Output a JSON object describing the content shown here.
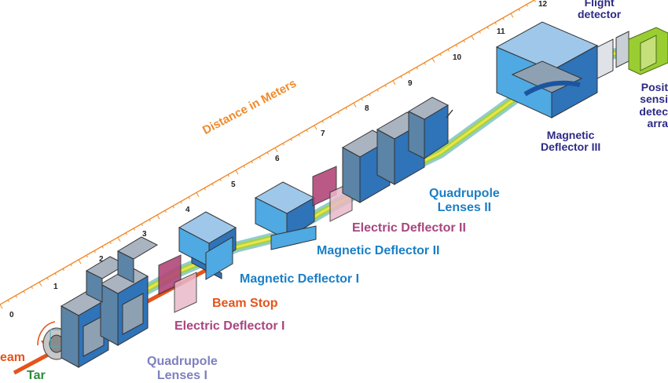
{
  "axis": {
    "label": "Distance in Meters",
    "ticks": [
      "0",
      "1",
      "2",
      "3",
      "4",
      "5",
      "6",
      "7",
      "8",
      "9",
      "10",
      "11",
      "12"
    ]
  },
  "labels": {
    "flight_detector": [
      "Flight",
      "detector"
    ],
    "position_detector": [
      "Posit",
      "sensi",
      "detec",
      "arra"
    ],
    "magnetic_deflector_3": [
      "Magnetic",
      "Deflector III"
    ],
    "quadrupole_2": [
      "Quadrupole",
      "Lenses II"
    ],
    "electric_deflector_2": "Electric Deflector II",
    "magnetic_deflector_2": "Magnetic Deflector II",
    "magnetic_deflector_1": "Magnetic Deflector I",
    "beam_stop": "Beam Stop",
    "electric_deflector_1": "Electric Deflector I",
    "quadrupole_1": [
      "Quadrupole",
      "Lenses I"
    ],
    "beam": "eam",
    "target": "Tar"
  },
  "colors": {
    "axis": "#f08a2a",
    "magnet": "#4fa9e2",
    "quad": "#5c84a6",
    "plate": "#b3477a",
    "beam": "#e4541c",
    "ray": "#f1e244",
    "detector": "#9acd32"
  }
}
